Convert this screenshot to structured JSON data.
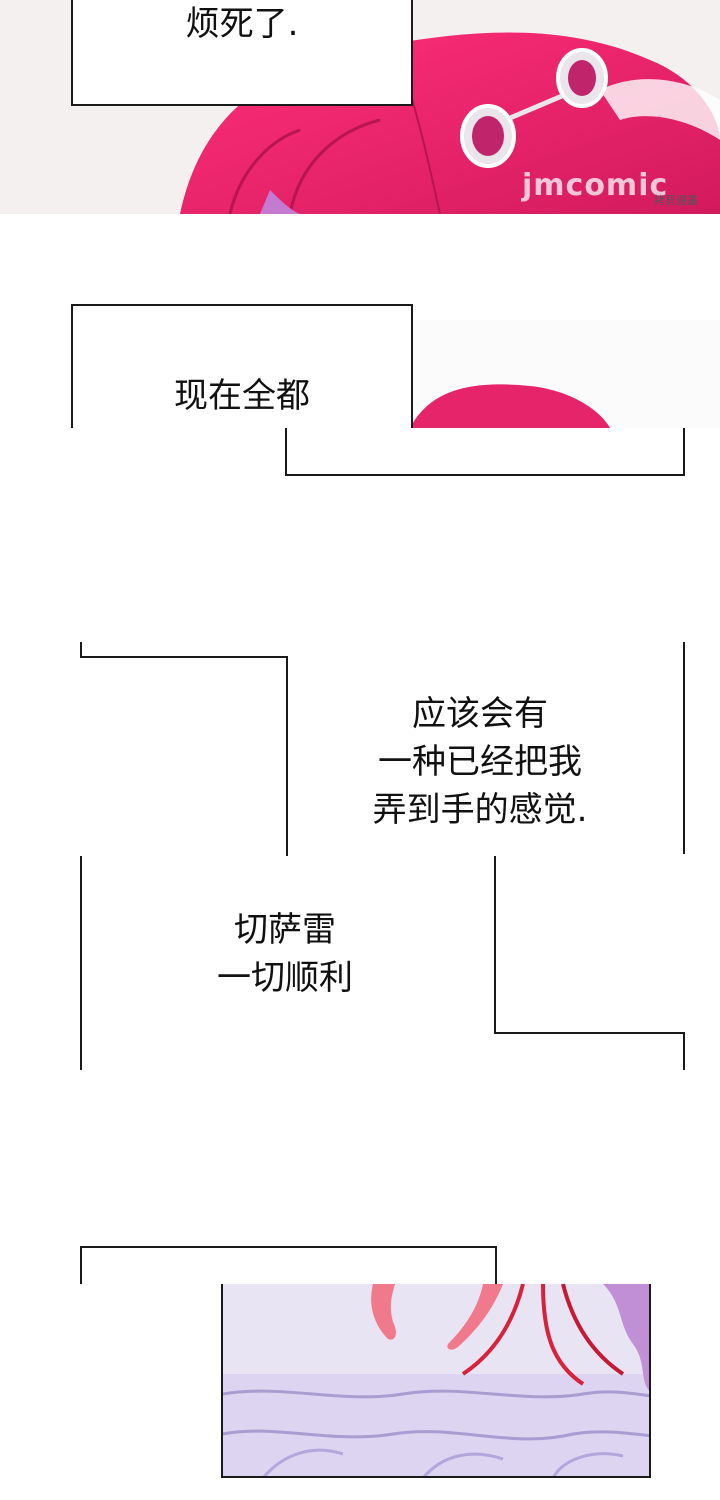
{
  "panels": {
    "panel1": {
      "caption": "烦死了."
    },
    "panel2": {
      "caption": "现在全都"
    },
    "panel3": {
      "caption": "应该会有\n一种已经把我\n弄到手的感觉."
    },
    "panel4": {
      "caption": "切萨雷\n一切顺利"
    }
  },
  "watermark": {
    "text": "jmcomic",
    "sub": "拷貝漫畫"
  },
  "colors": {
    "hair": "#e6246a",
    "floor": "#c9b8e6",
    "frame": "#1a1a1a"
  }
}
